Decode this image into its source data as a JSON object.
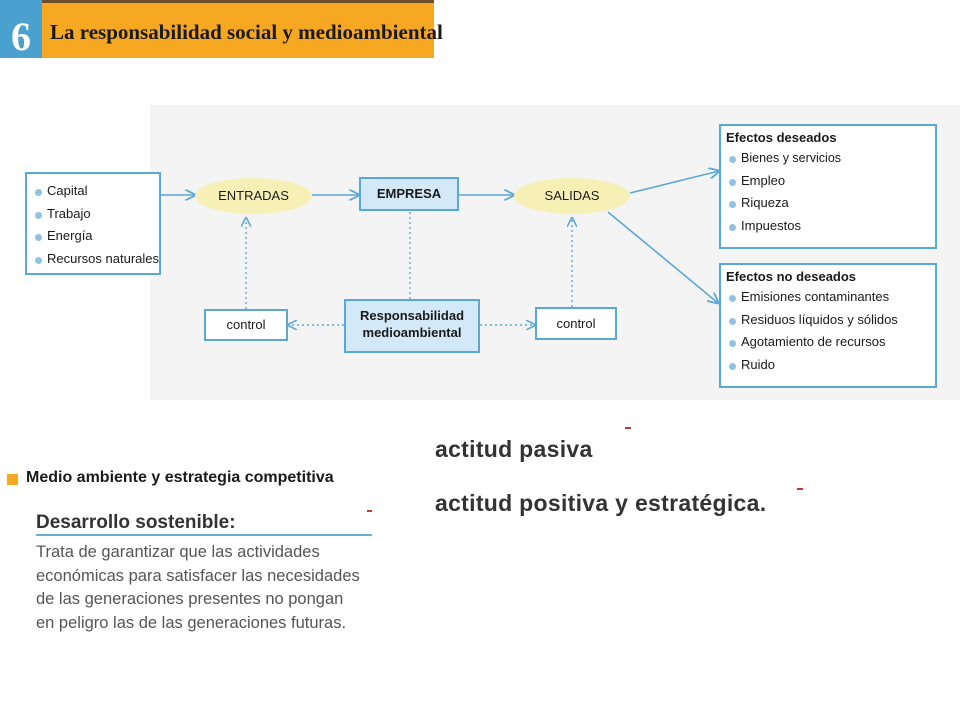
{
  "header": {
    "number": "6",
    "title": "La responsabilidad social y medioambiental"
  },
  "diagram": {
    "inputs": [
      "Capital",
      "Trabajo",
      "Energía",
      "Recursos naturales"
    ],
    "entradas": "ENTRADAS",
    "empresa": "EMPRESA",
    "salidas": "SALIDAS",
    "control_left": "control",
    "control_right": "control",
    "responsabilidad": "Responsabilidad medioambiental",
    "desired": {
      "title": "Efectos deseados",
      "items": [
        "Bienes y servicios",
        "Empleo",
        "Riqueza",
        "Impuestos"
      ]
    },
    "undesired": {
      "title": "Efectos no deseados",
      "items": [
        "Emisiones contaminantes",
        "Residuos líquidos y sólidos",
        "Agotamiento de recursos",
        "Ruido"
      ]
    }
  },
  "strategy": {
    "heading": "Medio ambiente y estrategia competitiva",
    "sd_heading": "Desarrollo sostenible:",
    "sd_text": "Trata de garantizar que las actividades económicas para satisfacer las necesidades de las generaciones presentes no pongan en peligro las de las generaciones futuras.",
    "phrase_passive": "actitud pasiva",
    "phrase_positive": "actitud positiva y estratégica."
  },
  "colors": {
    "banner_orange": "#f7a823",
    "banner_blue": "#4aa0cf",
    "box_border": "#5aa8d8",
    "arrow": "#5aa8d8",
    "oval_fill": "#f7f0b6"
  }
}
